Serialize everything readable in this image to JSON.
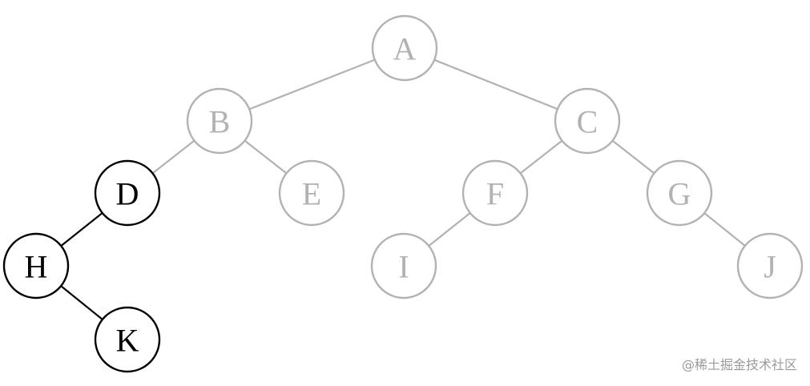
{
  "colors": {
    "highlight": "#000000",
    "muted": "#b2b2b2"
  },
  "tree": {
    "nodes": [
      {
        "id": "A",
        "label": "A",
        "highlighted": false
      },
      {
        "id": "B",
        "label": "B",
        "highlighted": false
      },
      {
        "id": "C",
        "label": "C",
        "highlighted": false
      },
      {
        "id": "D",
        "label": "D",
        "highlighted": true
      },
      {
        "id": "E",
        "label": "E",
        "highlighted": false
      },
      {
        "id": "F",
        "label": "F",
        "highlighted": false
      },
      {
        "id": "G",
        "label": "G",
        "highlighted": false
      },
      {
        "id": "H",
        "label": "H",
        "highlighted": true
      },
      {
        "id": "I",
        "label": "I",
        "highlighted": false
      },
      {
        "id": "J",
        "label": "J",
        "highlighted": false
      },
      {
        "id": "K",
        "label": "K",
        "highlighted": true
      }
    ],
    "edges": [
      {
        "from": "A",
        "to": "B",
        "highlighted": false
      },
      {
        "from": "A",
        "to": "C",
        "highlighted": false
      },
      {
        "from": "B",
        "to": "D",
        "highlighted": false
      },
      {
        "from": "B",
        "to": "E",
        "highlighted": false
      },
      {
        "from": "C",
        "to": "F",
        "highlighted": false
      },
      {
        "from": "C",
        "to": "G",
        "highlighted": false
      },
      {
        "from": "D",
        "to": "H",
        "highlighted": true
      },
      {
        "from": "H",
        "to": "K",
        "highlighted": true
      },
      {
        "from": "F",
        "to": "I",
        "highlighted": false
      },
      {
        "from": "G",
        "to": "J",
        "highlighted": false
      }
    ]
  },
  "watermark": "@稀土掘金技术社区"
}
